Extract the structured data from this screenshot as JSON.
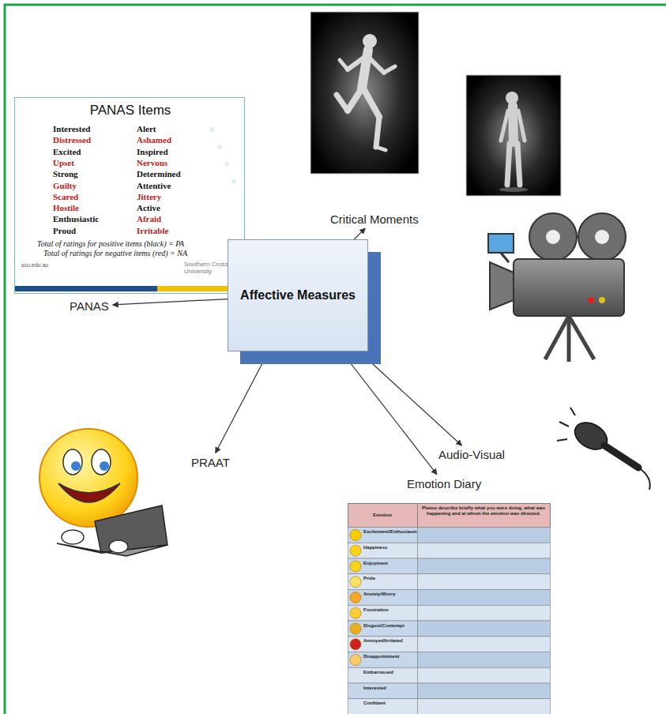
{
  "diagram": {
    "nodes": [
      {
        "text": [
          "PANAS Items",
          "Interested",
          "Distressed",
          "Excited",
          "Upset",
          "Strong",
          "Guilty",
          "Scared",
          "Hostile",
          "Enthusiastic",
          "Proud",
          "Alert",
          "Ashamed",
          "Inspired",
          "Nervous",
          "Determined",
          "Attentive",
          "Jittery",
          "Active",
          "Afraid",
          "Irritable",
          "Total of ratings for positive items (black) = PA",
          "Total of ratings for negative items (red) = NA",
          "scu.edu.au",
          "Southern Cross University"
        ]
      },
      {
        "text": [
          "Critical Moments"
        ]
      },
      {
        "text": [
          "PANAS"
        ]
      },
      {
        "text": [
          "Affective Measures"
        ]
      },
      {
        "text": [
          "Audio-Visual"
        ]
      },
      {
        "text": [
          "PRAAT"
        ]
      },
      {
        "text": [
          "Emotion Diary"
        ]
      },
      {
        "text": [
          "Emotion",
          "Please describe briefly what you were doing, what was happening and at whom the emotion was directed.",
          "Excitement/Enthusiasm",
          "Happiness",
          "Enjoyment",
          "Pride",
          "Anxiety/Worry",
          "Frustration",
          "Disgust/Contempt",
          "Annoyed/Irritated",
          "Disappointment",
          "Embarrassed",
          "Interested",
          "Confident"
        ]
      }
    ],
    "edges": [
      {
        "from": 3,
        "to": 1,
        "arrow": "to"
      },
      {
        "from": 3,
        "to": 2,
        "arrow": "to"
      },
      {
        "from": 3,
        "to": 4,
        "arrow": "to"
      },
      {
        "from": 3,
        "to": 5,
        "arrow": "to"
      },
      {
        "from": 3,
        "to": 6,
        "arrow": "to"
      }
    ]
  }
}
